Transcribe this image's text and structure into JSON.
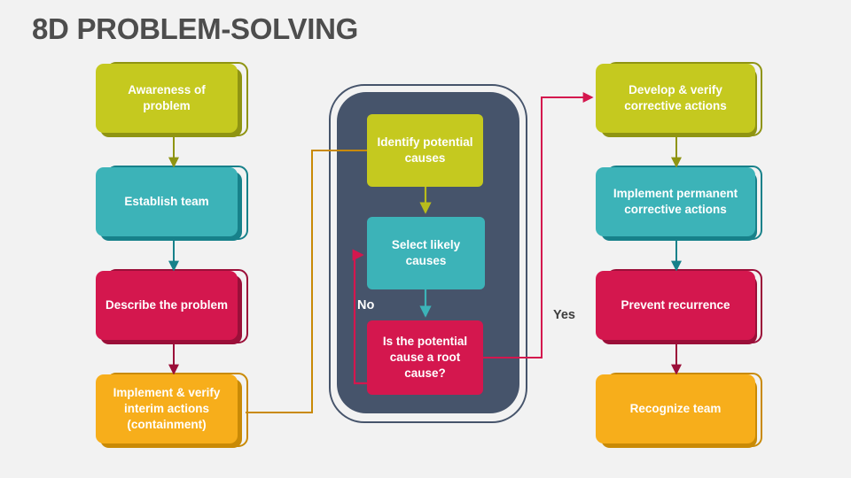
{
  "page": {
    "title": "8D PROBLEM-SOLVING",
    "background_color": "#f2f2f2",
    "title_color": "#4d4d4d"
  },
  "palette": {
    "olive": "#c5c91f",
    "olive_dark": "#8f9412",
    "teal": "#3cb3b8",
    "teal_dark": "#17818a",
    "crimson": "#d4174e",
    "crimson_dark": "#9b0f39",
    "orange": "#f7ae1b",
    "orange_dark": "#c98a06",
    "panel_navy": "#46546b",
    "text_on_node": "#ffffff"
  },
  "left_column": {
    "steps": [
      {
        "id": "d1",
        "label": "Awareness of problem",
        "color": "olive"
      },
      {
        "id": "d2",
        "label": "Establish team",
        "color": "teal"
      },
      {
        "id": "d3",
        "label": "Describe the problem",
        "color": "crimson"
      },
      {
        "id": "d4",
        "label": "Implement & verify interim actions (containment)",
        "color": "orange"
      }
    ]
  },
  "center_panel": {
    "steps": [
      {
        "id": "c1",
        "label": "Identify potential causes",
        "color": "olive"
      },
      {
        "id": "c2",
        "label": "Select likely causes",
        "color": "teal"
      },
      {
        "id": "c3",
        "label": "Is the potential cause a root cause?",
        "color": "crimson",
        "is_decision": true
      }
    ],
    "decision_labels": {
      "no": "No",
      "yes": "Yes"
    }
  },
  "right_column": {
    "steps": [
      {
        "id": "d5",
        "label": "Develop & verify corrective actions",
        "color": "olive"
      },
      {
        "id": "d6",
        "label": "Implement permanent corrective actions",
        "color": "teal"
      },
      {
        "id": "d7",
        "label": "Prevent recurrence",
        "color": "crimson"
      },
      {
        "id": "d8",
        "label": "Recognize team",
        "color": "orange"
      }
    ]
  },
  "connectors": [
    {
      "name": "awareness-to-establish",
      "color": "#8f9412"
    },
    {
      "name": "establish-to-describe",
      "color": "#17818a"
    },
    {
      "name": "describe-to-implement",
      "color": "#9b0f39"
    },
    {
      "name": "containment-to-identify",
      "color": "#c98a06"
    },
    {
      "name": "identify-to-select",
      "color": "#b9bd1c"
    },
    {
      "name": "select-to-decision",
      "color": "#3cb3b8"
    },
    {
      "name": "decision-no-loop-to-select",
      "color": "#d4174e"
    },
    {
      "name": "decision-yes-to-develop",
      "color": "#d4174e"
    },
    {
      "name": "develop-to-implement-permanent",
      "color": "#8f9412"
    },
    {
      "name": "implement-permanent-to-prevent",
      "color": "#17818a"
    },
    {
      "name": "prevent-to-recognize",
      "color": "#9b0f39"
    }
  ]
}
